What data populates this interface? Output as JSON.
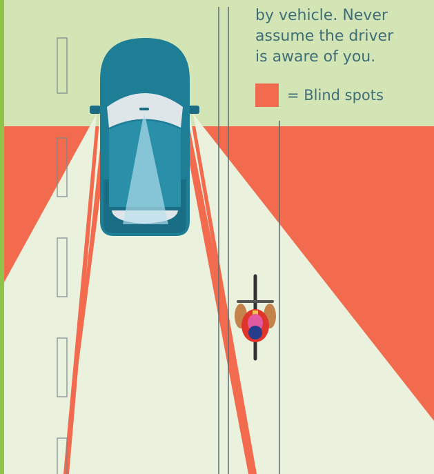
{
  "caption": {
    "line1": "by vehicle. Never",
    "line2": "assume the driver",
    "line3": "is aware of you."
  },
  "legend": {
    "label": "= Blind spots",
    "swatch_color": "#f26b4f"
  },
  "colors": {
    "background": "#d3e5b4",
    "blind_spot": "#f26b4f",
    "visible_area": "#eaf2dd",
    "car_body": "#1e7e96",
    "left_border": "#8ec548"
  },
  "icons": [
    "car-icon",
    "cyclist-icon"
  ]
}
